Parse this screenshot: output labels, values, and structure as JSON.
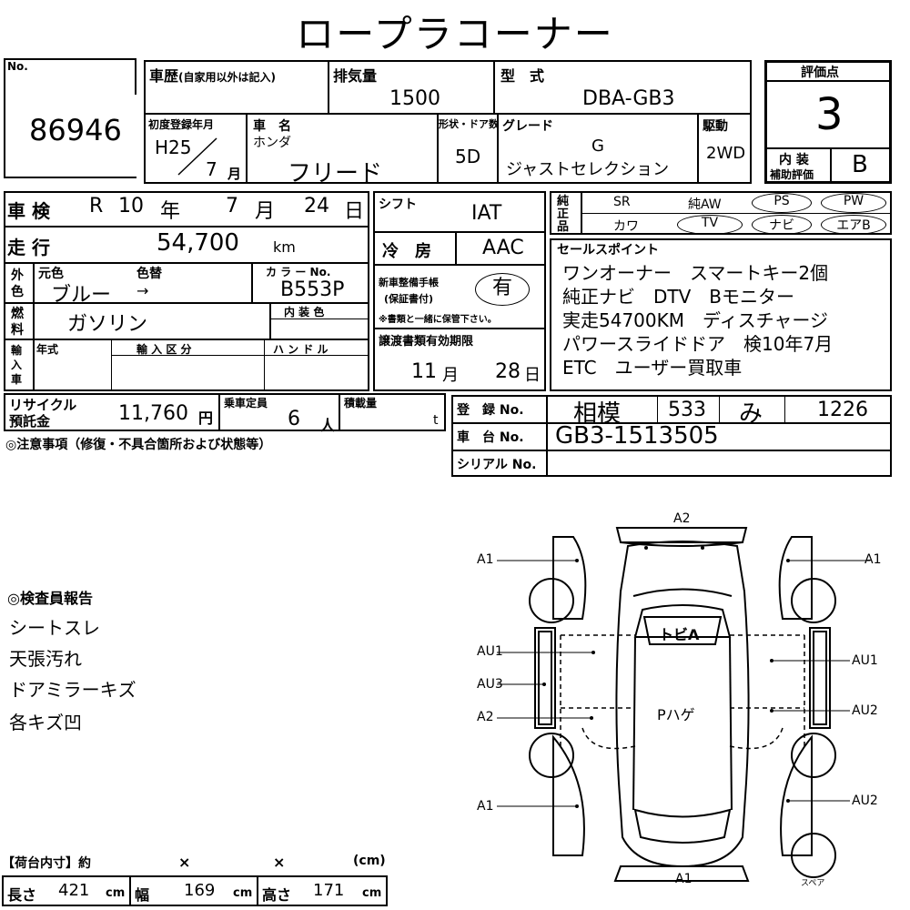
{
  "title": "ロープラコーナー",
  "lot": {
    "label": "No.",
    "number": "86946"
  },
  "history": {
    "label": "車歴",
    "note": "(自家用以外は記入)",
    "value": ""
  },
  "displacement": {
    "label": "排気量",
    "value": "1500"
  },
  "model_code": {
    "label": "型　式",
    "value": "DBA-GB3"
  },
  "score": {
    "label": "評価点",
    "value": "3",
    "sub_label_1": "内 装",
    "sub_label_2": "補助評価",
    "interior": "B"
  },
  "first_reg": {
    "label": "初度登録年月",
    "era": "H25",
    "month": "7",
    "month_unit": "月"
  },
  "car_name": {
    "label": "車　名",
    "maker": "ホンダ",
    "name": "フリード"
  },
  "doors": {
    "label": "形状・ドア数",
    "value": "5D"
  },
  "grade": {
    "label": "グレード",
    "value1": "G",
    "value2": "ジャストセレクション"
  },
  "drive": {
    "label": "駆動",
    "value": "2WD"
  },
  "inspection": {
    "label": "車 検",
    "era": "R",
    "year": "10",
    "year_unit": "年",
    "month": "7",
    "month_unit": "月",
    "day": "24",
    "day_unit": "日"
  },
  "shift": {
    "label": "シフト",
    "value": "IAT"
  },
  "equipment": {
    "label1": "純",
    "label2": "正",
    "label3": "品",
    "sr": "SR",
    "aw": "純AW",
    "ps": "PS",
    "pw": "PW",
    "leather": "カワ",
    "tv": "TV",
    "navi": "ナビ",
    "airbag": "エアB"
  },
  "mileage": {
    "label": "走 行",
    "value": "54,700",
    "unit": "km"
  },
  "ac": {
    "label": "冷　房",
    "value": "AAC"
  },
  "color": {
    "label1": "外",
    "label2": "色",
    "orig_label": "元色",
    "change_label": "色替",
    "orig": "ブルー",
    "arrow": "→",
    "code_label": "カ ラ ー No.",
    "code": "B553P"
  },
  "manual": {
    "label1": "新車整備手帳",
    "label2": "(保証書付)",
    "value": "有",
    "note": "※書類と一緒に保管下さい。"
  },
  "fuel": {
    "label1": "燃",
    "label2": "料",
    "value": "ガソリン",
    "interior_label": "内 装 色",
    "interior": ""
  },
  "sales_points": {
    "label": "セールスポイント",
    "lines": [
      "ワンオーナー　スマートキー2個",
      "純正ナビ　DTV　Bモニター",
      "実走54700KM　ディスチャージ",
      "パワースライドドア　検10年7月",
      "ETC　ユーザー買取車"
    ]
  },
  "import": {
    "label1": "輸",
    "label2": "入",
    "label3": "車",
    "year_label": "年式",
    "type_label": "輸 入 区 分",
    "handle_label": "ハ ン ド ル"
  },
  "transfer": {
    "label": "譲渡書類有効期限",
    "month": "11",
    "month_unit": "月",
    "day": "28",
    "day_unit": "日"
  },
  "recycle": {
    "label1": "リサイクル",
    "label2": "預託金",
    "value": "11,760",
    "unit": "円"
  },
  "capacity": {
    "label": "乗車定員",
    "value": "6",
    "unit": "人"
  },
  "load": {
    "label": "積載量",
    "unit": "t"
  },
  "registration": {
    "label": "登　録 No.",
    "area": "相模",
    "class": "533",
    "kana": "み",
    "number": "1226"
  },
  "chassis": {
    "label": "車　台 No.",
    "value": "GB3-1513505"
  },
  "serial": {
    "label": "シリアル No.",
    "value": ""
  },
  "notes_label": "◎注意事項（修復・不具合箇所および状態等）",
  "report": {
    "label": "◎検査員報告",
    "lines": [
      "シートスレ",
      "天張汚れ",
      "ドアミラーキズ",
      "各キズ凹"
    ]
  },
  "cargo": {
    "label": "【荷台内寸】約",
    "x1": "×",
    "x2": "×",
    "unit": "(cm)",
    "length_label": "長さ",
    "length": "421",
    "width_label": "幅",
    "width": "169",
    "height_label": "高さ",
    "height": "171",
    "cm": "cm"
  },
  "diagram": {
    "labels": {
      "roof": "トビA",
      "pano": "Pハゲ",
      "spare": "スペア"
    },
    "marks": {
      "top": "A2",
      "bottom": "A1",
      "l1": "A1",
      "l2": "AU1",
      "l3": "AU3",
      "l4": "A2",
      "l5": "A1",
      "r1": "A1",
      "r2": "AU1",
      "r3": "AU2",
      "r4": "AU2"
    }
  }
}
